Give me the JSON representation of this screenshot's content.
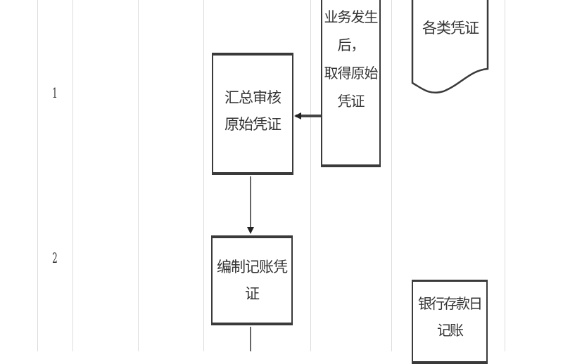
{
  "diagram": {
    "type": "swimlane-flowchart",
    "row_labels": [
      "1",
      "2"
    ],
    "nodes": {
      "collect_review": {
        "label": "汇总审核\n原始凭证",
        "shape": "process"
      },
      "business_occurs": {
        "label": "业务发生后，\n取得原始\n凭证",
        "shape": "process"
      },
      "vouchers": {
        "label": "各类凭证",
        "shape": "document"
      },
      "prepare_voucher": {
        "label": "编制记账凭证",
        "shape": "process"
      },
      "bank_journal": {
        "label": "银行存款日记账",
        "shape": "process"
      }
    },
    "edges": [
      {
        "from": "business_occurs",
        "to": "collect_review"
      },
      {
        "from": "collect_review",
        "to": "prepare_voucher"
      },
      {
        "from": "prepare_voucher",
        "to": "continues_below"
      }
    ],
    "colors": {
      "line": "#3a3a3a",
      "grid": "#dcdcdc",
      "text": "#333333",
      "background": "#ffffff"
    }
  }
}
